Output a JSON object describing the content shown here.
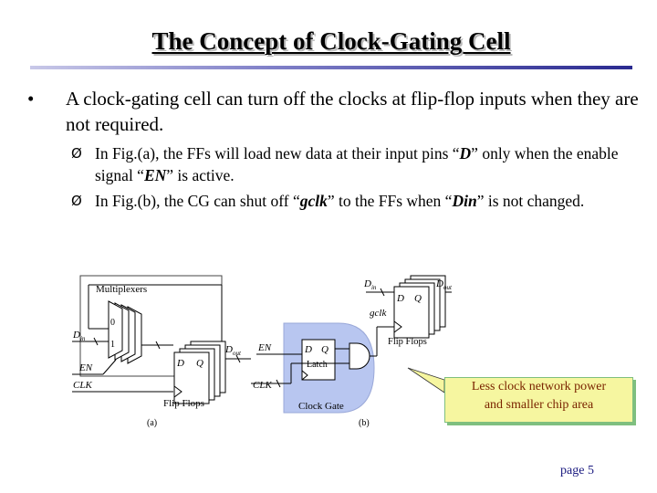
{
  "slide": {
    "title": "The Concept of Clock-Gating Cell",
    "bullet": {
      "marker": "•",
      "text": "A clock-gating cell can turn off the clocks at flip-flop inputs when they are not required."
    },
    "sub_bullets": [
      {
        "marker": "Ø",
        "parts": [
          "In Fig.(a), the FFs will load new data at their input pins “",
          "D",
          "” only when the enable signal “",
          "EN",
          "” is active."
        ]
      },
      {
        "marker": "Ø",
        "parts": [
          "In Fig.(b), the CG can shut off “",
          "gclk",
          "” to the FFs when “",
          "Din",
          "” is not changed."
        ]
      }
    ],
    "callout": [
      "Less clock network power",
      "and smaller chip area"
    ],
    "page": {
      "label": "page",
      "number": "5"
    }
  },
  "diagram": {
    "multiplexers": "Multiplexers",
    "mux_in0": "0",
    "mux_in1": "1",
    "din": "D",
    "din_sub": "in",
    "en": "EN",
    "clk": "CLK",
    "ff_d": "D",
    "ff_q": "Q",
    "dout": "D",
    "dout_sub": "out",
    "flip_flops": "Flip Flops",
    "label_a": "(a)",
    "gclk": "gclk",
    "latch": "Latch",
    "latch_d": "D",
    "latch_q": "Q",
    "clock_gate": "Clock Gate",
    "label_b": "(b)"
  },
  "colors": {
    "rule": "#2a2a90",
    "callout_bg": "#f6f6a0",
    "callout_text": "#7a2400",
    "gate_fill": "#b8c6f0",
    "page_text": "#1a1a80"
  }
}
